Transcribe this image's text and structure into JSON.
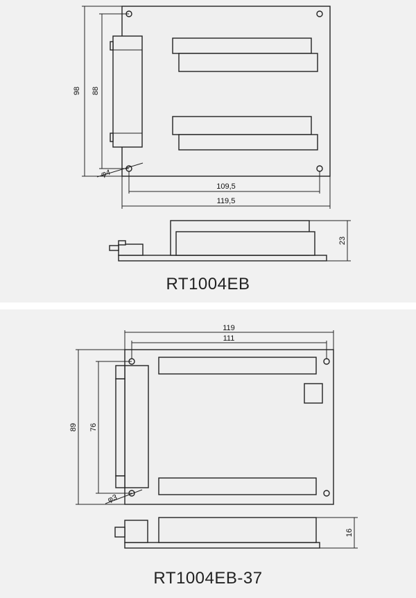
{
  "top_drawing": {
    "title": "RT1004EB",
    "dims": {
      "height_outer": "98",
      "height_inner": "88",
      "hole": "φ4",
      "width_inner": "109,5",
      "width_outer": "119,5",
      "side_height": "23"
    }
  },
  "bottom_drawing": {
    "title": "RT1004EB-37",
    "dims": {
      "width_outer": "119",
      "width_inner": "111",
      "height_outer": "89",
      "height_inner": "76",
      "hole": "φ3",
      "side_height": "16"
    }
  }
}
